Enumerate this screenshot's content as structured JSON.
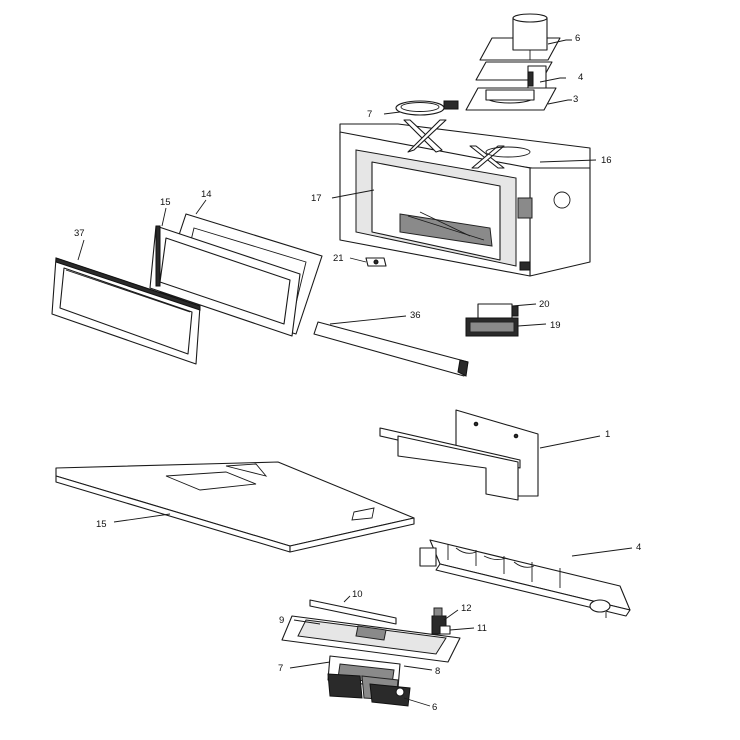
{
  "callouts": {
    "c6_top": "6",
    "c4_top": "4",
    "c3": "3",
    "c7_top": "7",
    "c16": "16",
    "c17": "17",
    "c14": "14",
    "c15_top": "15",
    "c37": "37",
    "c21": "21",
    "c20": "20",
    "c19": "19",
    "c36": "36",
    "c1": "1",
    "c15_bottom": "15",
    "c4_bottom": "4",
    "c10": "10",
    "c9": "9",
    "c12": "12",
    "c11": "11",
    "c7_bottom": "7",
    "c8": "8",
    "c6_bottom": "6"
  }
}
